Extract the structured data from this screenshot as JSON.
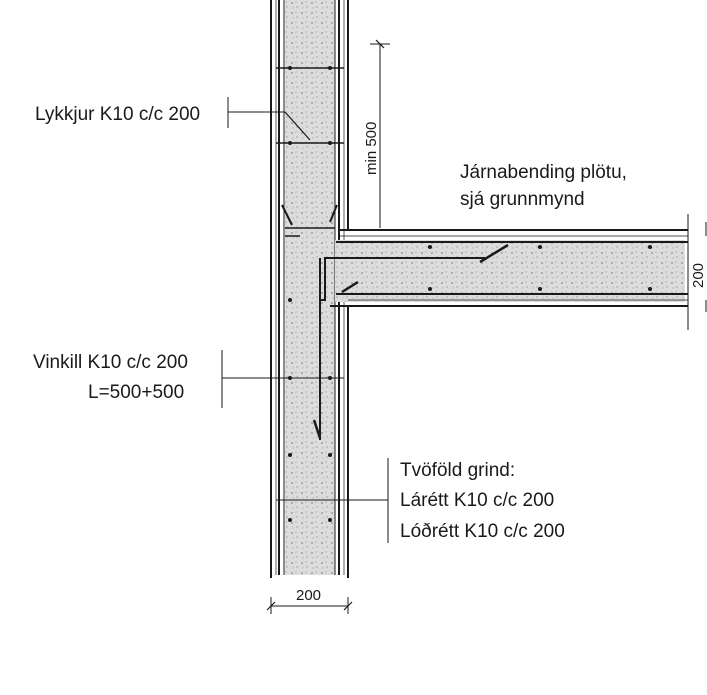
{
  "labels": {
    "lykkjur": "Lykkjur K10 c/c 200",
    "slab_note_line1": "Járnabending plötu,",
    "slab_note_line2": "sjá grunnmynd",
    "vinkill_line1": "Vinkill K10 c/c 200",
    "vinkill_line2": "L=500+500",
    "grind_line1": "Tvöföld grind:",
    "grind_line2": "Lárétt K10 c/c 200",
    "grind_line3": "Lóðrétt K10 c/c 200"
  },
  "dimensions": {
    "min_lap": "min 500",
    "wall_thickness": "200",
    "slab_thickness": "200"
  },
  "colors": {
    "ink": "#1a1a1a",
    "concrete": "#d6d6d6"
  }
}
